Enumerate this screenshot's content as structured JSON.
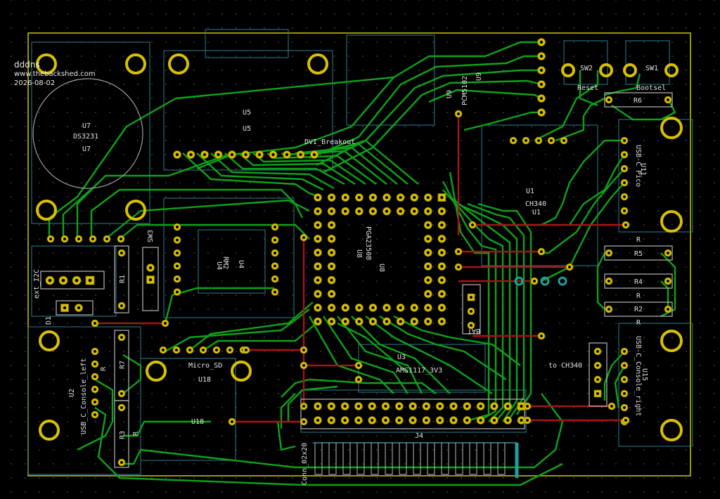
{
  "info": {
    "user": "dddns",
    "site": "www.thebackshed.com",
    "date": "2026-08-02"
  },
  "labels": {
    "u7": "U7",
    "ds3231": "DS3231",
    "u7b": "U7",
    "u5": "U5",
    "u5b": "U5",
    "dvi": "DVI_Breakout",
    "u9a": "U9",
    "pcm": "PCM5102",
    "u9b": "U9",
    "sw2": "SW2",
    "sw1": "SW1",
    "reset": "Reset",
    "bootsel": "Bootsel",
    "r6": "R6",
    "u11": "U11",
    "usbc_pico": "USB-C Pico",
    "u1a": "U1",
    "ch340": "CH340",
    "u1b": "U1",
    "pga": "PGA2350B",
    "u8a": "U8",
    "u8b": "U8",
    "rm2": "RM2",
    "u4a": "U4",
    "u4b": "U4",
    "sw3": "SW3",
    "ext_i2c": "ext_I2C",
    "r1": "R1",
    "r5": "R5",
    "r4": "R4",
    "r2": "R2",
    "r_a": "R",
    "r_b": "R",
    "r_c": "R",
    "d1": "D1",
    "u2": "U2",
    "usbc_left": "USB_C_Console_left",
    "r7": "R7",
    "r3": "R3",
    "r_d": "R",
    "r_e": "R",
    "micro_sd": "Micro_SD",
    "u18a": "U18",
    "u18b": "U18",
    "u3": "U3",
    "ams": "AMS1117_3V3",
    "to_ch340": "to CH340",
    "u15": "U15",
    "usbc_right": "USB-C_Console_right",
    "j4": "J4",
    "conn": "Conn_02x20",
    "bat": "BAT"
  },
  "colors": {
    "board_edge": "#c8c800",
    "track": "#0fa21a",
    "track_red": "#a81414",
    "silk_outline": "#a0a0a0",
    "fab": "#3c8c9c",
    "pad": "#d8c000",
    "silk_text": "#e0e0e0"
  }
}
